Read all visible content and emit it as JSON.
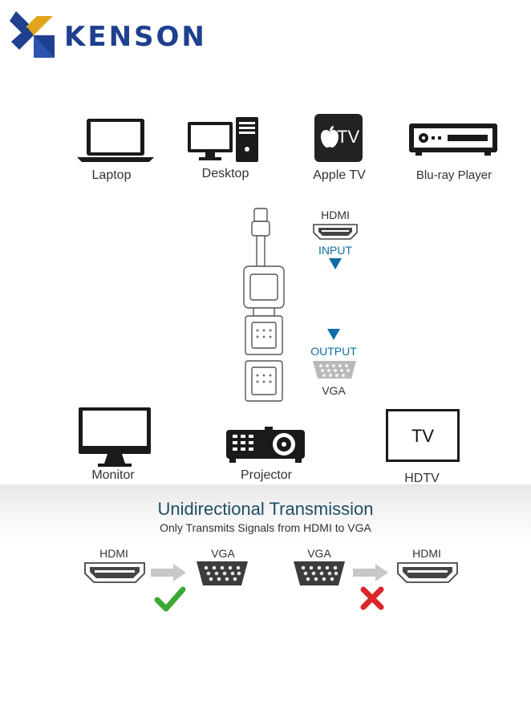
{
  "brand": {
    "name": "KENSON"
  },
  "sources": [
    {
      "label": "Laptop",
      "icon": "laptop-icon"
    },
    {
      "label": "Desktop",
      "icon": "desktop-icon"
    },
    {
      "label": "Apple TV",
      "icon": "apple-tv-icon",
      "badge": "TV"
    },
    {
      "label": "Blu-ray Player",
      "icon": "bluray-player-icon"
    }
  ],
  "adapter": {
    "input_port": "HDMI",
    "input_label": "INPUT",
    "output_label": "OUTPUT",
    "output_port": "VGA"
  },
  "outputs": [
    {
      "label": "Monitor",
      "icon": "monitor-icon"
    },
    {
      "label": "Projector",
      "icon": "projector-icon"
    },
    {
      "label": "HDTV",
      "icon": "hdtv-icon",
      "screen_text": "TV"
    }
  ],
  "transmission": {
    "title": "Unidirectional Transmission",
    "subtitle": "Only Transmits Signals from HDMI to VGA",
    "supported": {
      "from": "HDMI",
      "to": "VGA",
      "status_icon": "check-icon"
    },
    "unsupported": {
      "from": "VGA",
      "to": "HDMI",
      "status_icon": "cross-icon"
    }
  },
  "colors": {
    "brand_blue": "#1f3f8f",
    "brand_gold": "#e0a51c",
    "title_teal": "#1f4d63",
    "accent_blue": "#0e6ea3",
    "check_green": "#3aa935",
    "cross_red": "#d9262b"
  }
}
